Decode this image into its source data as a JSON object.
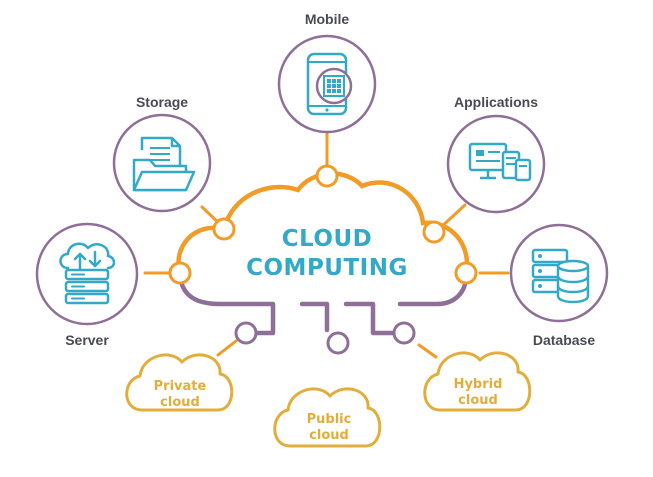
{
  "colors": {
    "orange": "#f29b26",
    "purple": "#8e6f97",
    "teal": "#33a9c7",
    "gold": "#e3ad3c",
    "label": "#4a4a55"
  },
  "center": {
    "line1": "CLOUD",
    "line2": "COMPUTING"
  },
  "nodes": [
    {
      "id": "mobile",
      "label": "Mobile",
      "icon": "smartphone-chip-icon"
    },
    {
      "id": "storage",
      "label": "Storage",
      "icon": "folder-document-icon"
    },
    {
      "id": "applications",
      "label": "Applications",
      "icon": "devices-icon"
    },
    {
      "id": "server",
      "label": "Server",
      "icon": "cloud-server-icon"
    },
    {
      "id": "database",
      "label": "Database",
      "icon": "database-server-icon"
    }
  ],
  "cloud_types": [
    {
      "id": "private",
      "line1": "Private",
      "line2": "cloud"
    },
    {
      "id": "public",
      "line1": "Public",
      "line2": "cloud"
    },
    {
      "id": "hybrid",
      "line1": "Hybrid",
      "line2": "cloud"
    }
  ]
}
